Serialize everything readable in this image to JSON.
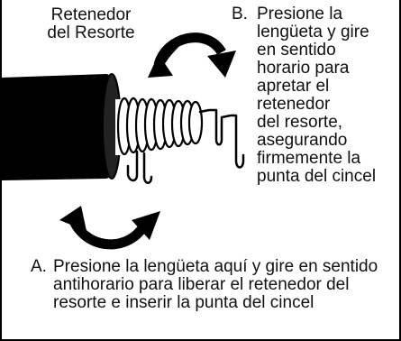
{
  "labels": {
    "retainer": "Retenedor\ndel Resorte",
    "step_b_letter": "B.",
    "step_b_text": "Presione la\nlengüeta y gire\nen sentido\nhorario para\napretar el\nretenedor\ndel resorte,\nasegurando\nfirmemente la\npunta del cincel",
    "step_a_letter": "A.",
    "step_a_text": "Presione la lengüeta aquí y gire en sentido antihorario para liberar el retenedor del resorte e inserir la punta del cincel"
  }
}
